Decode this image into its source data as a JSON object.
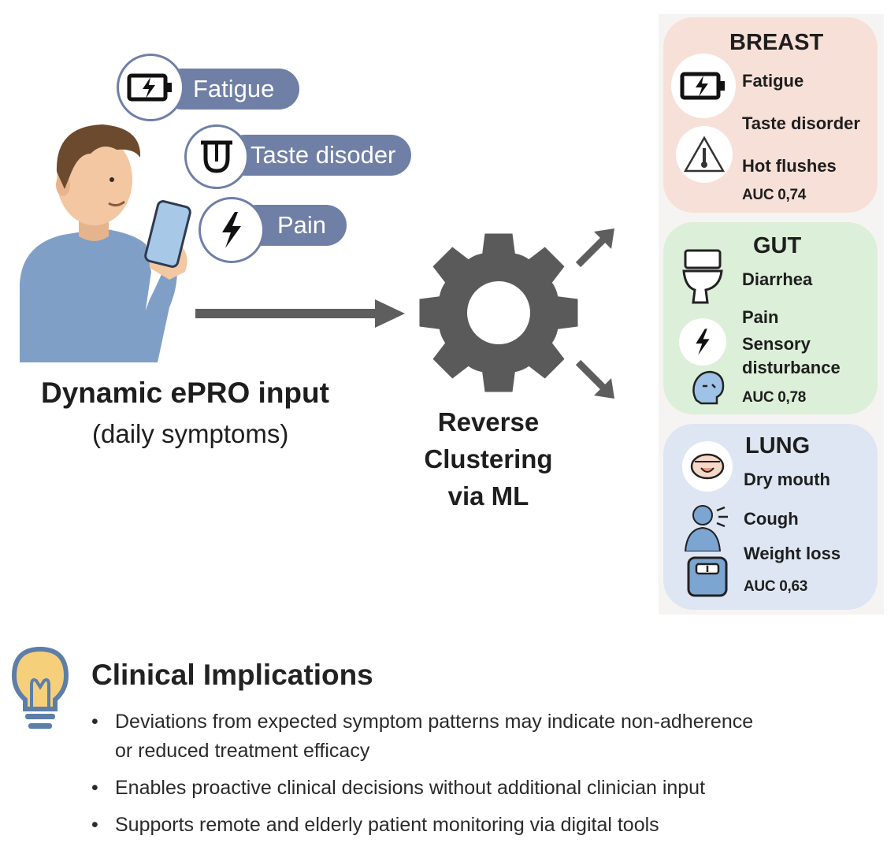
{
  "input": {
    "symptoms": [
      {
        "label": "Fatigue",
        "icon": "battery-charging-icon"
      },
      {
        "label": "Taste disoder",
        "icon": "tongue-icon"
      },
      {
        "label": "Pain",
        "icon": "lightning-bolt-icon"
      }
    ],
    "title": "Dynamic ePRO input",
    "subtitle": "(daily symptoms)"
  },
  "method": {
    "line1": "Reverse",
    "line2": "Clustering",
    "line3": "via ML"
  },
  "clusters": [
    {
      "name": "BREAST",
      "color": "#f7e0d8",
      "items": [
        "Fatigue",
        "Taste disorder",
        "Hot flushes"
      ],
      "auc": "AUC 0,74"
    },
    {
      "name": "GUT",
      "color": "#dcefd8",
      "items": [
        "Diarrhea",
        "Pain",
        "Sensory",
        "disturbance"
      ],
      "auc": "AUC 0,78"
    },
    {
      "name": "LUNG",
      "color": "#dde6f2",
      "items": [
        "Dry mouth",
        "Cough",
        "Weight loss"
      ],
      "auc": "AUC 0,63"
    }
  ],
  "implications": {
    "title": "Clinical Implications",
    "bullets": [
      "Deviations from expected symptom patterns may indicate non-adherence",
      "or reduced treatment efficacy",
      "Enables proactive clinical decisions without additional clinician input",
      "Supports remote and elderly patient monitoring via digital tools"
    ]
  },
  "colors": {
    "pill": "#6f7fa6",
    "gear": "#5a5a5a",
    "arrow": "#5e5e5e",
    "person_shirt": "#7f9fc6",
    "person_hair": "#6b4a2e",
    "person_skin": "#f2c7a2",
    "bulb_fill": "#f6cf7a",
    "bulb_outline": "#5c7ea8"
  }
}
